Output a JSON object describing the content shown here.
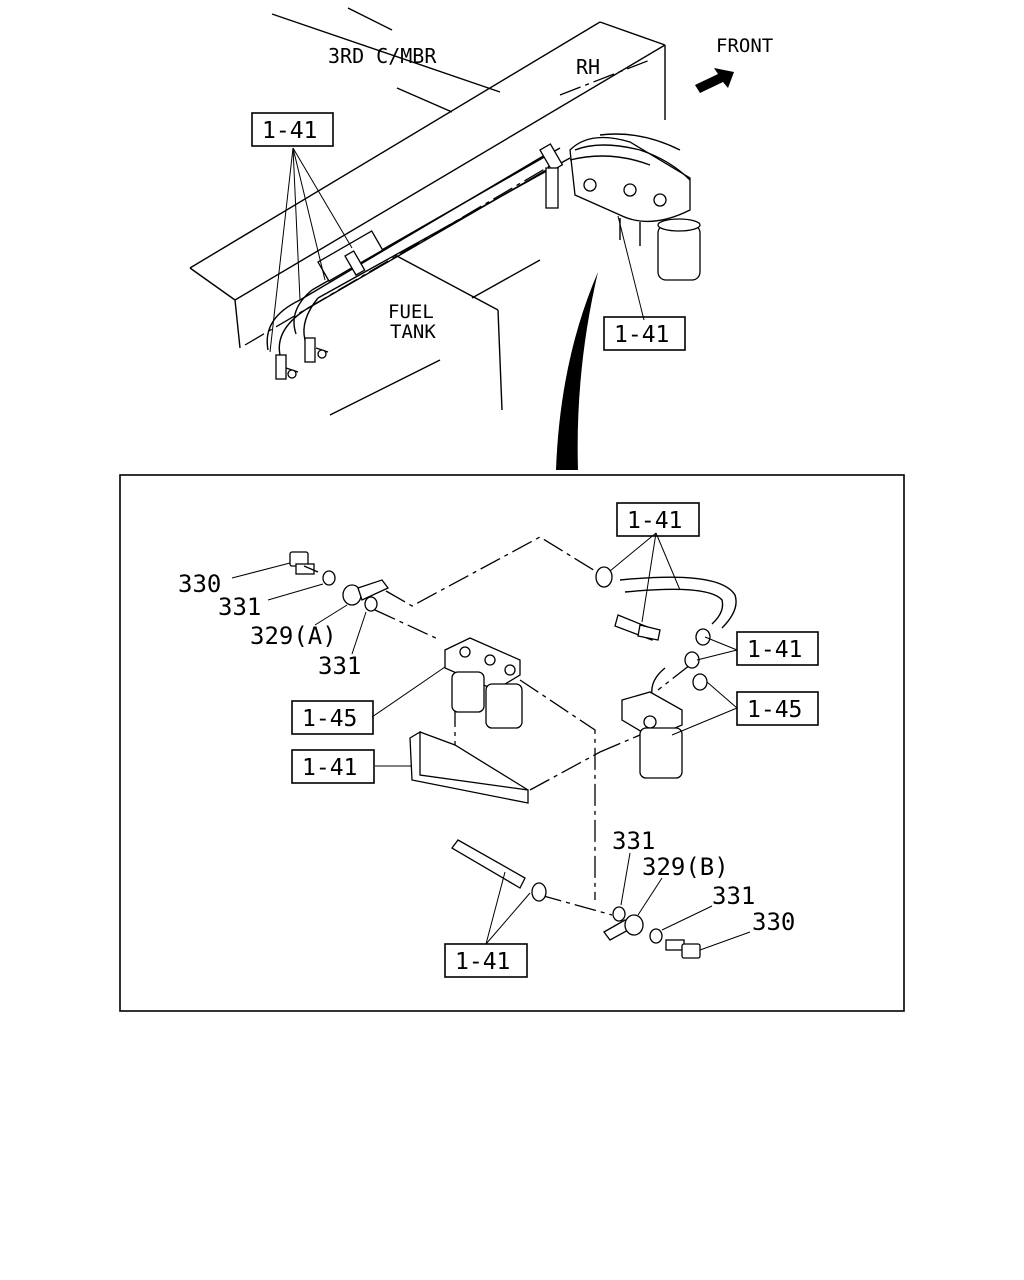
{
  "labels": {
    "member": "3RD C/MBR",
    "rh": "RH",
    "front": "FRONT",
    "fuel": "FUEL",
    "tank": "TANK",
    "ref_141": "1-41",
    "ref_145": "1-45",
    "p330": "330",
    "p331": "331",
    "p329a": "329(A)",
    "p329b": "329(B)"
  },
  "colors": {
    "line": "#000000",
    "background": "#ffffff"
  },
  "icons": {
    "front_arrow": "arrow-right-icon"
  }
}
